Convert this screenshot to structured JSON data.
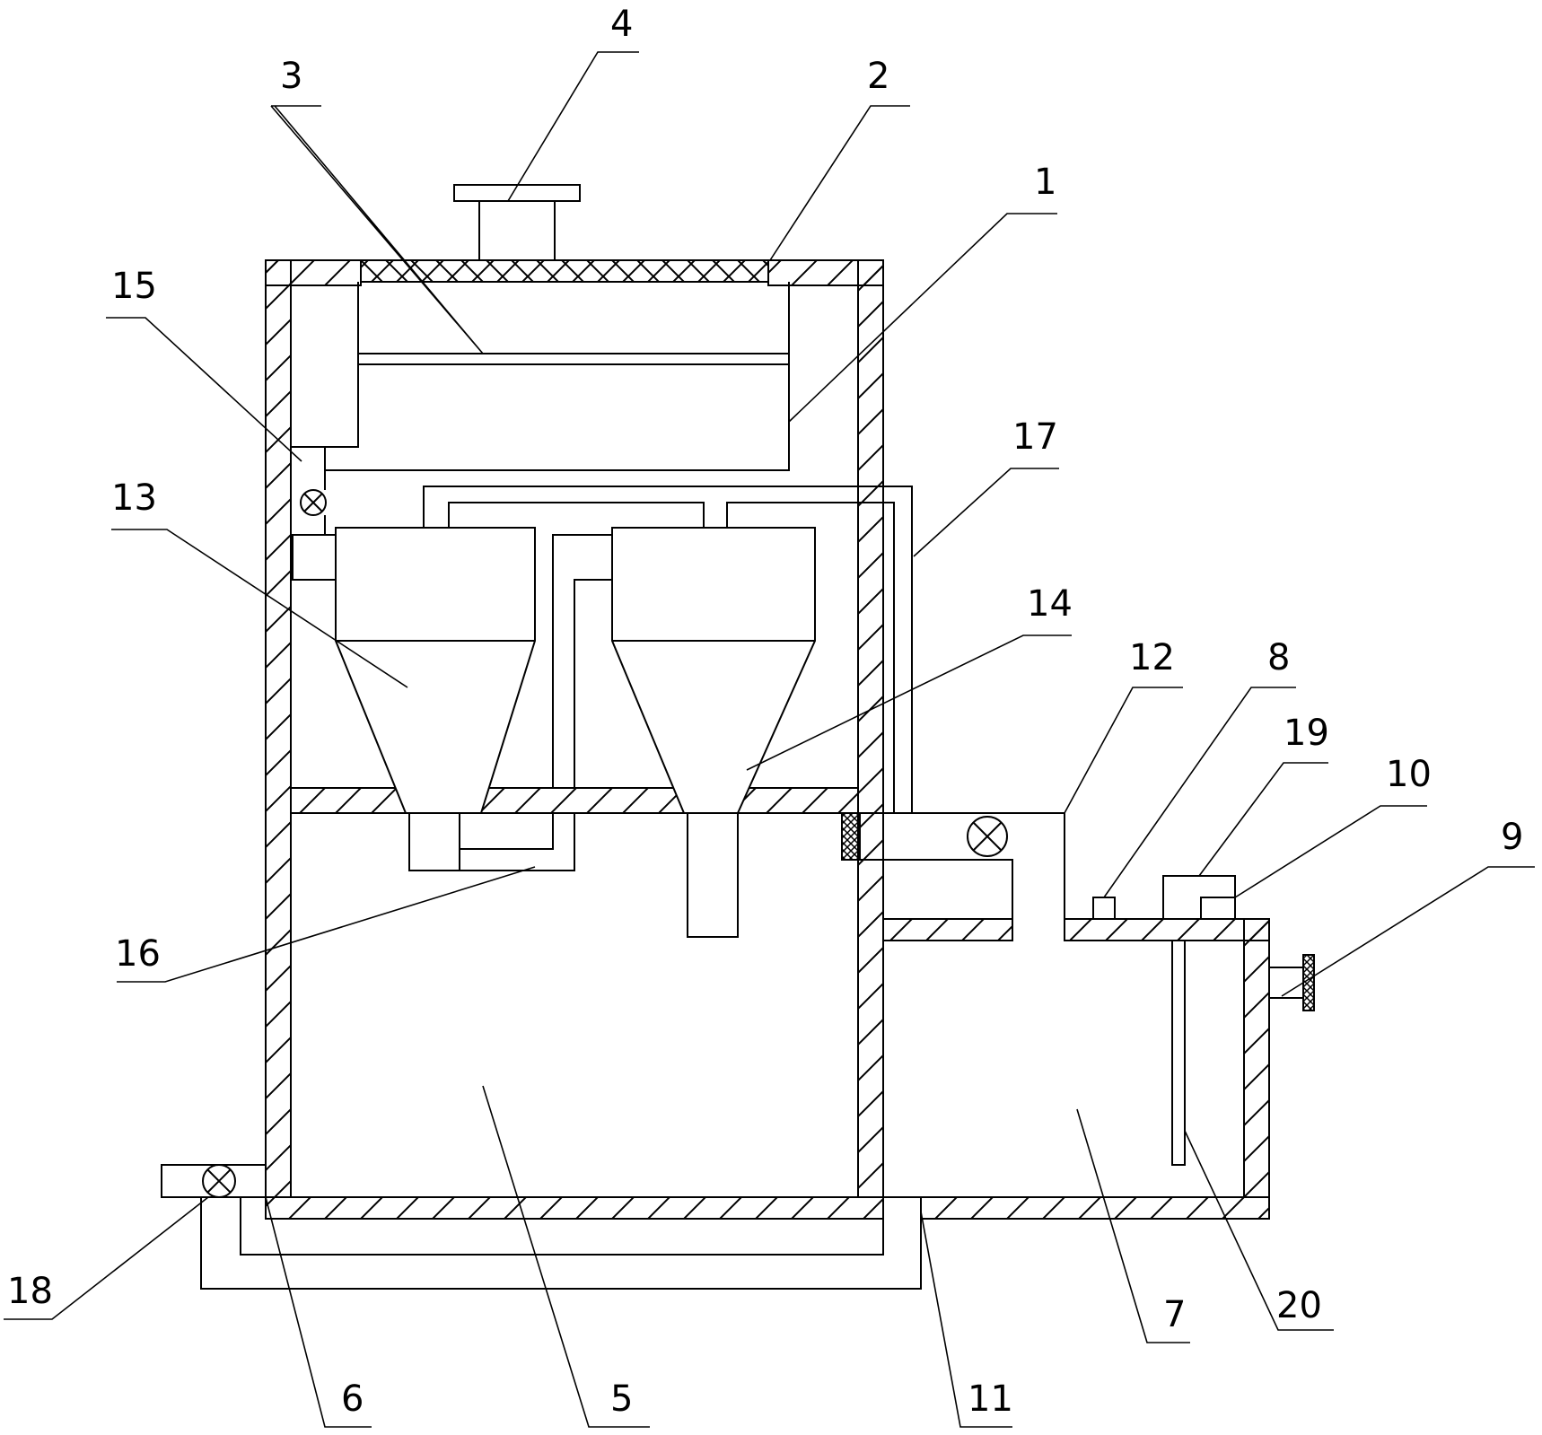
{
  "figure": {
    "callouts": [
      {
        "id": "c1",
        "text": "1"
      },
      {
        "id": "c2",
        "text": "2"
      },
      {
        "id": "c3",
        "text": "3"
      },
      {
        "id": "c4",
        "text": "4"
      },
      {
        "id": "c5",
        "text": "5"
      },
      {
        "id": "c6",
        "text": "6"
      },
      {
        "id": "c7",
        "text": "7"
      },
      {
        "id": "c8",
        "text": "8"
      },
      {
        "id": "c9",
        "text": "9"
      },
      {
        "id": "c10",
        "text": "10"
      },
      {
        "id": "c11",
        "text": "11"
      },
      {
        "id": "c12",
        "text": "12"
      },
      {
        "id": "c13",
        "text": "13"
      },
      {
        "id": "c14",
        "text": "14"
      },
      {
        "id": "c15",
        "text": "15"
      },
      {
        "id": "c16",
        "text": "16"
      },
      {
        "id": "c17",
        "text": "17"
      },
      {
        "id": "c18",
        "text": "18"
      },
      {
        "id": "c19",
        "text": "19"
      },
      {
        "id": "c20",
        "text": "20"
      }
    ]
  }
}
